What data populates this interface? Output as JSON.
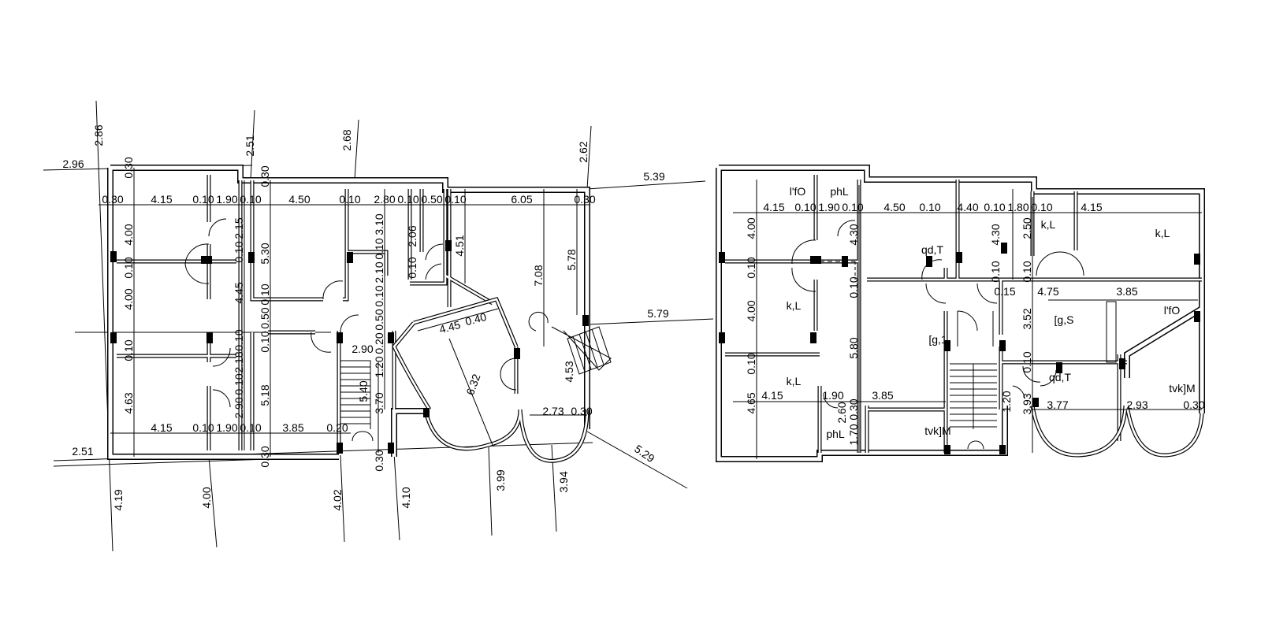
{
  "drawing": {
    "left_plan": {
      "site_labels": [
        "2.96",
        "2.86",
        "2.51",
        "2.68",
        "2.62",
        "5.39",
        "5.79",
        "5.29",
        "2.51",
        "4.19",
        "4.00",
        "4.02",
        "4.10",
        "3.99",
        "3.94"
      ],
      "dimension_labels": [
        "0.30",
        "4.15",
        "0.10",
        "1.90",
        "0.10",
        "4.50",
        "0.10",
        "2.80",
        "0.10",
        "0.50",
        "0.10",
        "6.05",
        "0.30",
        "0.30",
        "4.00",
        "0.10",
        "4.00",
        "0.10",
        "4.63",
        "2.15",
        "0.10",
        "4.45",
        "0.10",
        "2.18",
        "0.10",
        "2.90",
        "0.30",
        "5.30",
        "0.10",
        "0.50",
        "0.10",
        "5.18",
        "0.30",
        "3.10",
        "0.10",
        "2.10",
        "0.10",
        "0.50",
        "0.20",
        "2.06",
        "0.10",
        "4.51",
        "7.08",
        "5.78",
        "4.45",
        "0.40",
        "6.32",
        "4.53",
        "2.73",
        "0.30",
        "4.15",
        "0.10",
        "1.90",
        "0.10",
        "3.85",
        "0.20",
        "2.90",
        "1.20",
        "5.40",
        "3.70",
        "0.30"
      ]
    },
    "right_plan": {
      "room_labels": [
        "l'fO",
        "phL",
        "k,L",
        "k,L",
        "qd,T",
        "k,L",
        "[g,S",
        "l'fO",
        "[g,1",
        "k,L",
        "qd,T",
        "tvk]M",
        "phL",
        "tvk]M"
      ],
      "dimension_labels": [
        "4.15",
        "0.10",
        "1.90",
        "0.10",
        "4.50",
        "0.10",
        "4.40",
        "0.10",
        "1.80",
        "0.10",
        "4.15",
        "4.00",
        "0.10",
        "4.00",
        "0.10",
        "4.65",
        "4.30",
        "0.10",
        "5.80",
        "0.30",
        "1.70",
        "4.30",
        "0.10",
        "0.15",
        "4.75",
        "3.85",
        "2.50",
        "0.10",
        "3.52",
        "0.10",
        "3.93",
        "4.15",
        "1.90",
        "3.85",
        "3.77",
        "2.93",
        "0.30",
        "2.60",
        "1.20"
      ]
    }
  }
}
